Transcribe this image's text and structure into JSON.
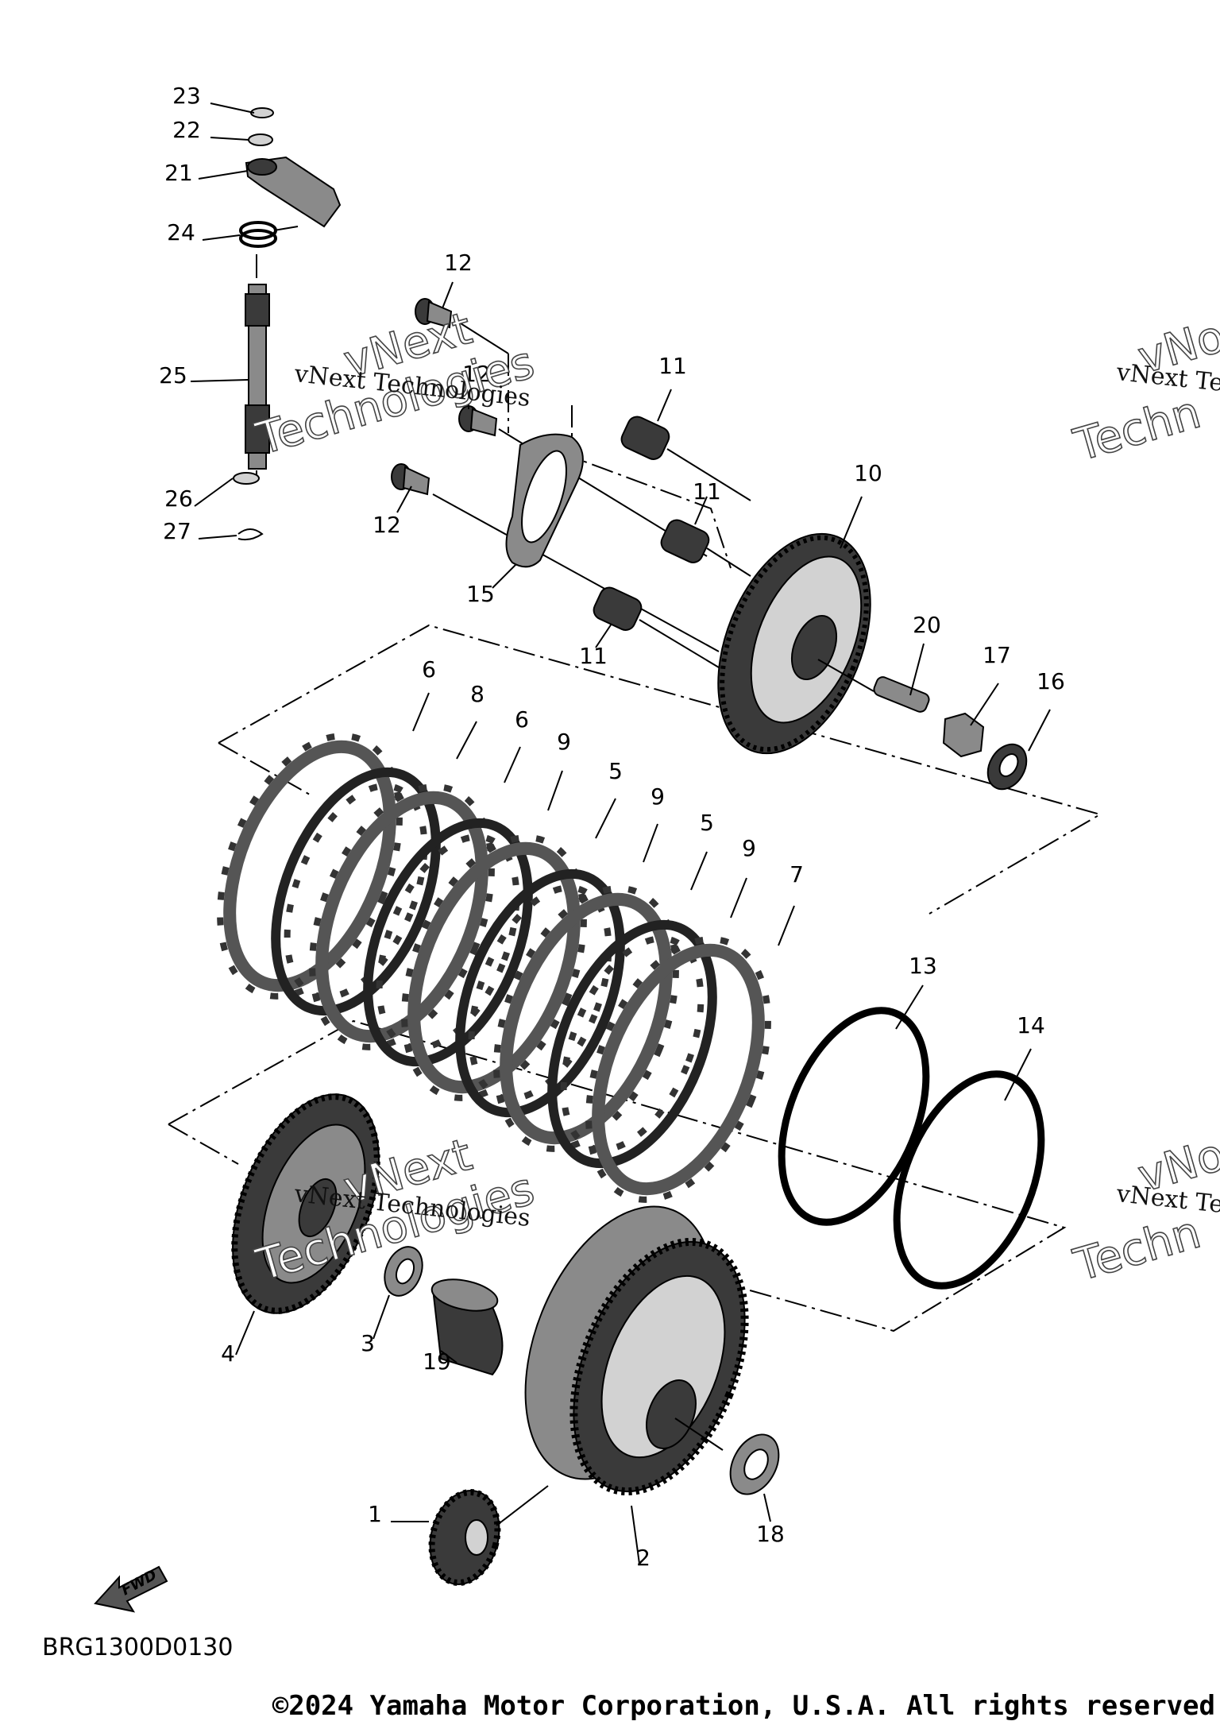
{
  "diagram_id": "BRG1300D0130",
  "copyright": "©2024 Yamaha Motor Corporation, U.S.A. All rights reserved",
  "fwd_label": "FWD",
  "watermark": {
    "company": "vNext Technologies",
    "word1": "vNext",
    "word2": "Technologies",
    "word3": "Techn",
    "edge1": "vNext Te",
    "edge2": "vNo"
  },
  "callouts": [
    "23",
    "22",
    "21",
    "24",
    "25",
    "26",
    "27",
    "12",
    "12",
    "12",
    "11",
    "11",
    "11",
    "15",
    "10",
    "20",
    "17",
    "16",
    "6",
    "8",
    "6",
    "9",
    "5",
    "9",
    "5",
    "9",
    "7",
    "13",
    "14",
    "4",
    "3",
    "19",
    "2",
    "18",
    "1"
  ]
}
